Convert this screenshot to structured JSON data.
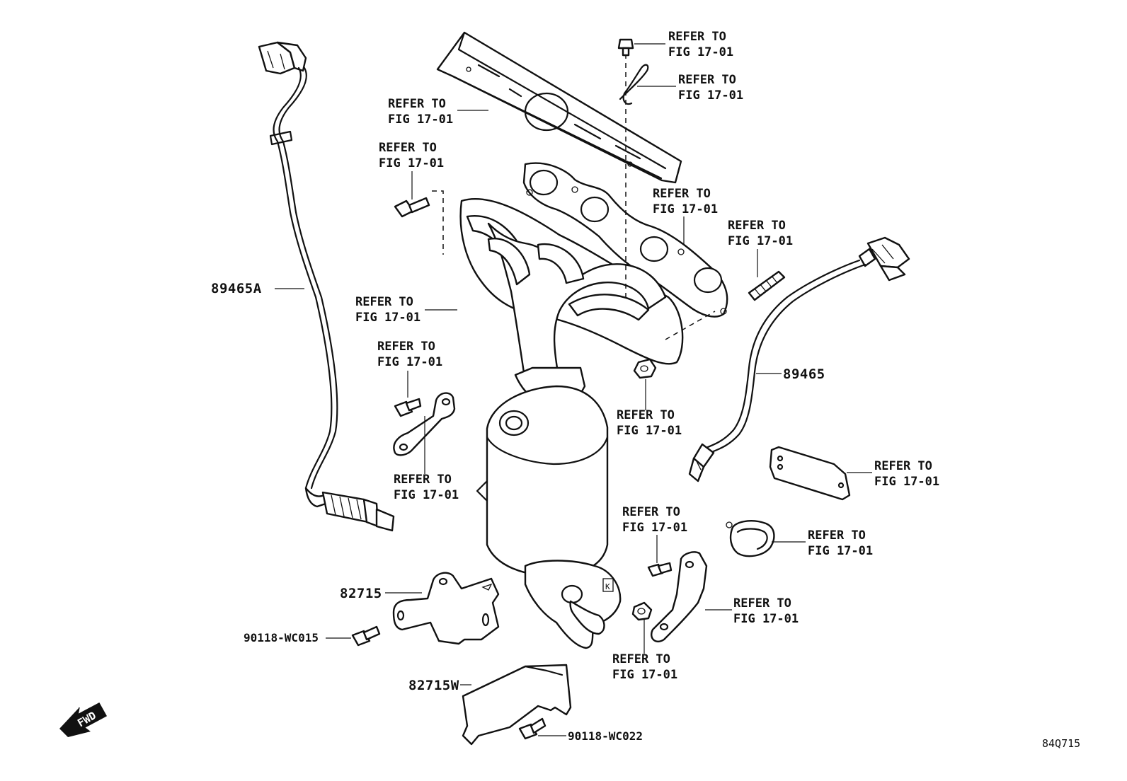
{
  "refer_label": {
    "line1": "REFER TO",
    "line2": "FIG 17-01"
  },
  "parts": {
    "oxygen_sensor_front": "89465A",
    "oxygen_sensor_rear": "89465",
    "bracket_1": "82715",
    "bracket_2": "82715W",
    "bolt_1": "90118-WC015",
    "bolt_2": "90118-WC022"
  },
  "fwd_label": "FWD",
  "diagram_id": "84Q715"
}
